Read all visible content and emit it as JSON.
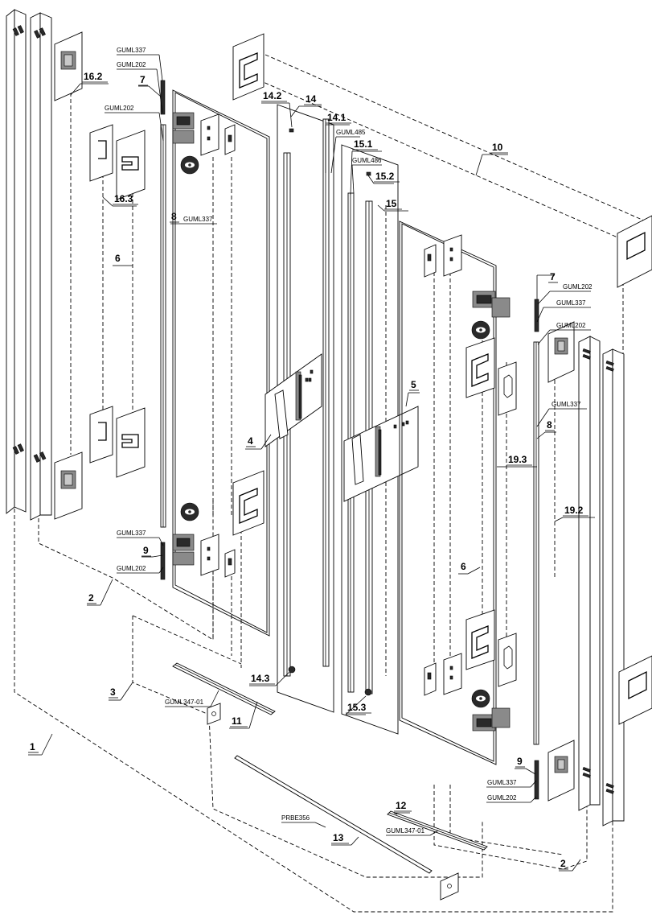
{
  "labels": {
    "n1": "1",
    "n2a": "2",
    "n2b": "2",
    "n3": "3",
    "n4": "4",
    "n5": "5",
    "n6a": "6",
    "n6b": "6",
    "n7a": "7",
    "n7b": "7",
    "n8a": "8",
    "n8b": "8",
    "n9a": "9",
    "n9b": "9",
    "n10": "10",
    "n11": "11",
    "n12": "12",
    "n13": "13",
    "n14": "14",
    "n14_1": "14.1",
    "n14_2": "14.2",
    "n14_3": "14.3",
    "n15": "15",
    "n15_1": "15.1",
    "n15_2": "15.2",
    "n15_3": "15.3",
    "n16_2": "16.2",
    "n16_3": "16.3",
    "n19_2": "19.2",
    "n19_3": "19.3"
  },
  "codes": {
    "c_guml337_a": "GUML337",
    "c_guml202_a": "GUML202",
    "c_guml202_b": "GUML202",
    "c_guml337_b": "GUML337",
    "c_guml337_c": "GUML337",
    "c_guml202_c": "GUML202",
    "c_guml485": "GUML485",
    "c_guml486": "GUML486",
    "c_guml202_d": "GUML202",
    "c_guml337_d": "GUML337",
    "c_guml202_e": "GUML202",
    "c_guml337_e": "GUML337",
    "c_guml337_f": "GUML337",
    "c_guml202_f": "GUML202",
    "c_guml347_a": "GUML347-01",
    "c_guml347_b": "GUML347-01",
    "c_prbe356": "PRBE356"
  }
}
